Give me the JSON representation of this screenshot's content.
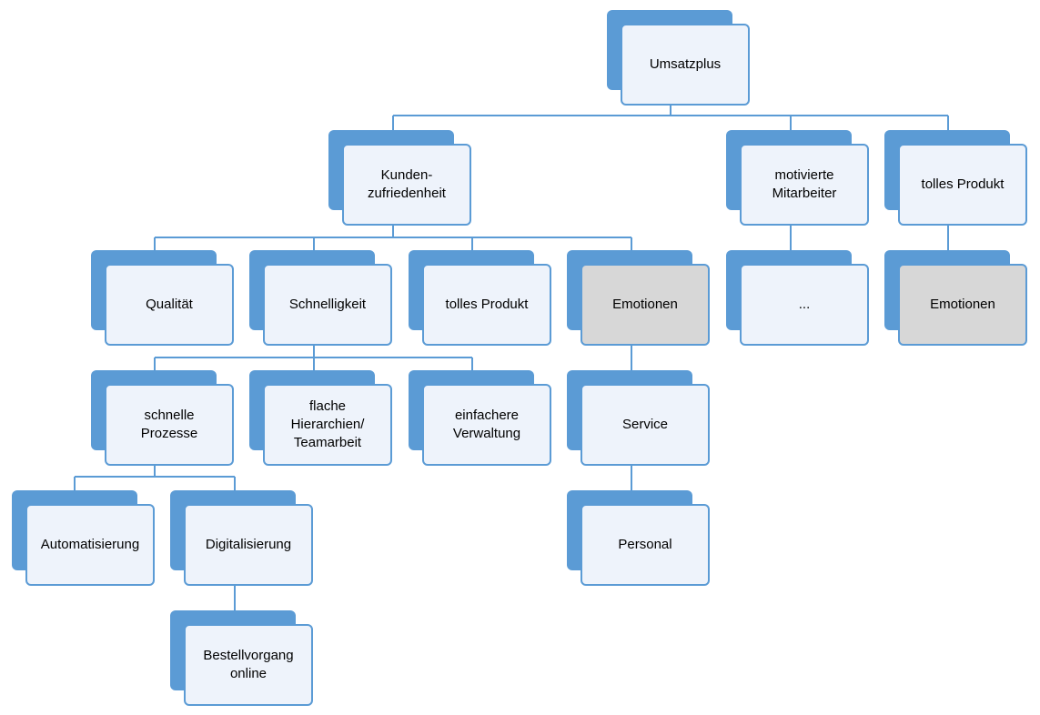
{
  "diagram": {
    "colors": {
      "box_back": "#5b9bd5",
      "box_front": "#eef3fb",
      "box_front_highlight": "#d7d7d7",
      "connector": "#5b9bd5"
    },
    "nodes": {
      "umsatzplus": "Umsatzplus",
      "kundenzufriedenheit": "Kunden-\nzufriedenheit",
      "motivierte_mitarbeiter": "motivierte\nMitarbeiter",
      "tolles_produkt_top": "tolles Produkt",
      "qualitaet": "Qualität",
      "schnelligkeit": "Schnelligkeit",
      "tolles_produkt_sub": "tolles Produkt",
      "emotionen_left": "Emotionen",
      "ellipsis": "...",
      "emotionen_right": "Emotionen",
      "schnelle_prozesse": "schnelle\nProzesse",
      "flache_hierarchien": "flache\nHierarchien/\nTeamarbeit",
      "einfachere_verwaltung": "einfachere\nVerwaltung",
      "service": "Service",
      "automatisierung": "Automatisierung",
      "digitalisierung": "Digitalisierung",
      "personal": "Personal",
      "bestellvorgang": "Bestellvorgang\nonline"
    }
  }
}
